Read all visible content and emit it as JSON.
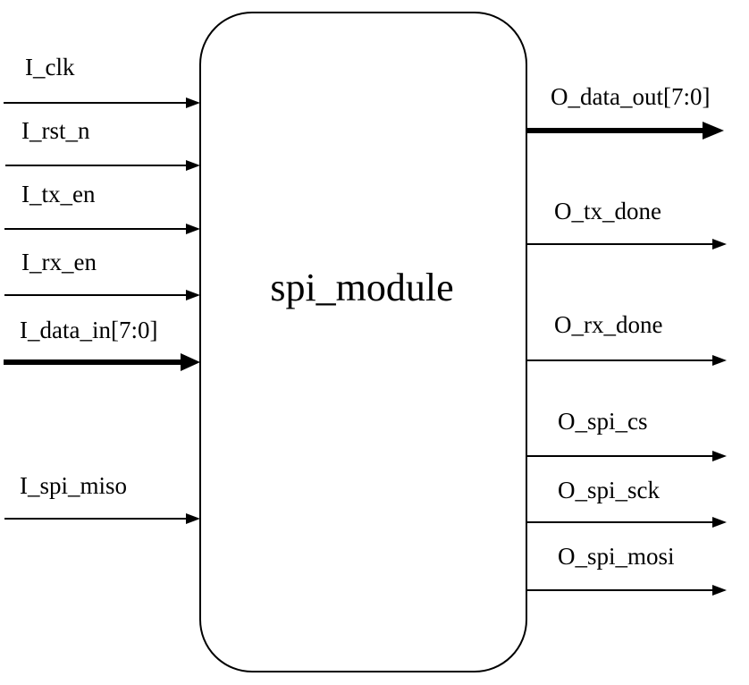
{
  "module": {
    "name": "spi_module"
  },
  "inputs": [
    {
      "name": "I_clk",
      "bus": false
    },
    {
      "name": "I_rst_n",
      "bus": false
    },
    {
      "name": "I_tx_en",
      "bus": false
    },
    {
      "name": "I_rx_en",
      "bus": false
    },
    {
      "name": "I_data_in[7:0]",
      "bus": true
    },
    {
      "name": "I_spi_miso",
      "bus": false
    }
  ],
  "outputs": [
    {
      "name": "O_data_out[7:0]",
      "bus": true
    },
    {
      "name": "O_tx_done",
      "bus": false
    },
    {
      "name": "O_rx_done",
      "bus": false
    },
    {
      "name": "O_spi_cs",
      "bus": false
    },
    {
      "name": "O_spi_sck",
      "bus": false
    },
    {
      "name": "O_spi_mosi",
      "bus": false
    }
  ],
  "colors": {
    "line": "#000000",
    "background": "#ffffff"
  }
}
